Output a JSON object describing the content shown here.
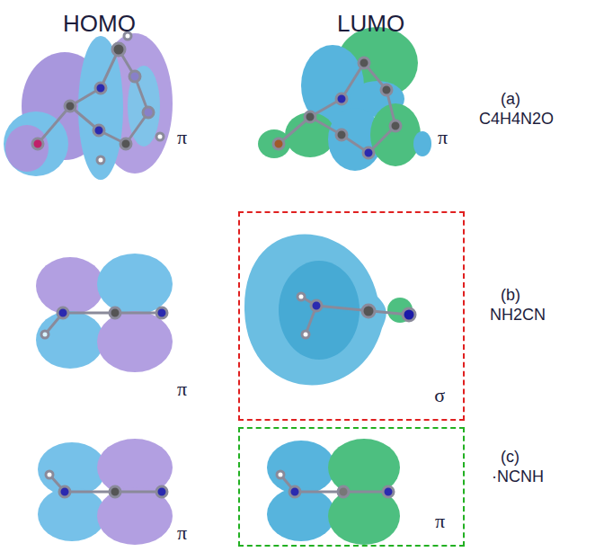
{
  "diagram": {
    "nodes": [
      {
        "text": [
          "σ"
        ]
      },
      {
        "text": [
          "π"
        ]
      }
    ],
    "labels": [
      "HOMO",
      "LUMO",
      "π",
      "π",
      "(a)",
      "C4H4N2O",
      "π",
      "(b)",
      "NH2CN",
      "π",
      "(c)",
      "·NCNH"
    ]
  }
}
